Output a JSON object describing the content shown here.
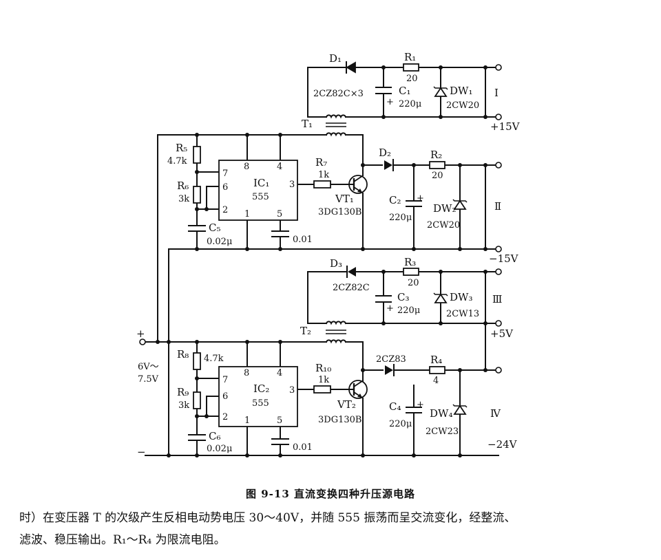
{
  "figure": {
    "caption": "图 9-13   直流变换四种升压源电路",
    "body_line1": "时）在变压器 T 的次级产生反相电动势电压 30～40V，并随 555 振荡而呈交流变化，经整流、",
    "body_line2": "滤波、稳压输出。R₁～R₄ 为限流电阻。"
  },
  "top_ic": {
    "name": "IC₁",
    "type": "555",
    "pin7": "7",
    "pin6": "6",
    "pin2": "2",
    "pin8": "8",
    "pin4": "4",
    "pin3": "3",
    "pin1": "1",
    "pin5": "5"
  },
  "bottom_ic": {
    "name": "IC₂",
    "type": "555",
    "pin7": "7",
    "pin6": "6",
    "pin2": "2",
    "pin8": "8",
    "pin4": "4",
    "pin3": "3",
    "pin1": "1",
    "pin5": "5"
  },
  "components": {
    "D1": "D₁",
    "D1_part": "2CZ82C×3",
    "R1": "R₁",
    "R1_val": "20",
    "C1": "C₁",
    "C1_val": "220μ",
    "DW1": "DW₁",
    "DW1_part": "2CW20",
    "T1": "T₁",
    "R5": "R₅",
    "R5_val": "4.7k",
    "R6": "R₆",
    "R6_val": "3k",
    "C5": "C₅",
    "C5_val": "0.02μ",
    "C_pin5_top": "0.01",
    "R7": "R₇",
    "R7_val": "1k",
    "VT1": "VT₁",
    "VT1_part": "3DG130B",
    "D2": "D₂",
    "R2": "R₂",
    "R2_val": "20",
    "C2": "C₂",
    "C2_val": "220μ",
    "DW2": "DW₂",
    "DW2_part": "2CW20",
    "D3": "D₃",
    "D3_part": "2CZ82C",
    "R3": "R₃",
    "R3_val": "20",
    "C3": "C₃",
    "C3_val": "220μ",
    "DW3": "DW₃",
    "DW3_part": "2CW13",
    "T2": "T₂",
    "R8": "R₈",
    "R8_val": "4.7k",
    "R9": "R₉",
    "R9_val": "3k",
    "C6": "C₆",
    "C6_val": "0.02μ",
    "C_pin5_bot": "0.01",
    "R10": "R₁₀",
    "R10_val": "1k",
    "VT2": "VT₂",
    "VT2_part": "3DG130B",
    "D4_part": "2CZ83",
    "R4": "R₄",
    "R4_val": "4",
    "C4": "C₄",
    "C4_val": "220μ",
    "DW4": "DW₄",
    "DW4_part": "2CW23"
  },
  "outputs": {
    "out1": "I",
    "out1_volt": "+15V",
    "out2": "Ⅱ",
    "out2_volt": "−15V",
    "out3": "Ⅲ",
    "out3_volt": "+5V",
    "out4": "Ⅳ",
    "out4_volt": "−24V"
  },
  "supply": {
    "plus": "+",
    "minus": "−",
    "range_line1": "6V～",
    "range_line2": "7.5V"
  },
  "cap_polarity": "+"
}
